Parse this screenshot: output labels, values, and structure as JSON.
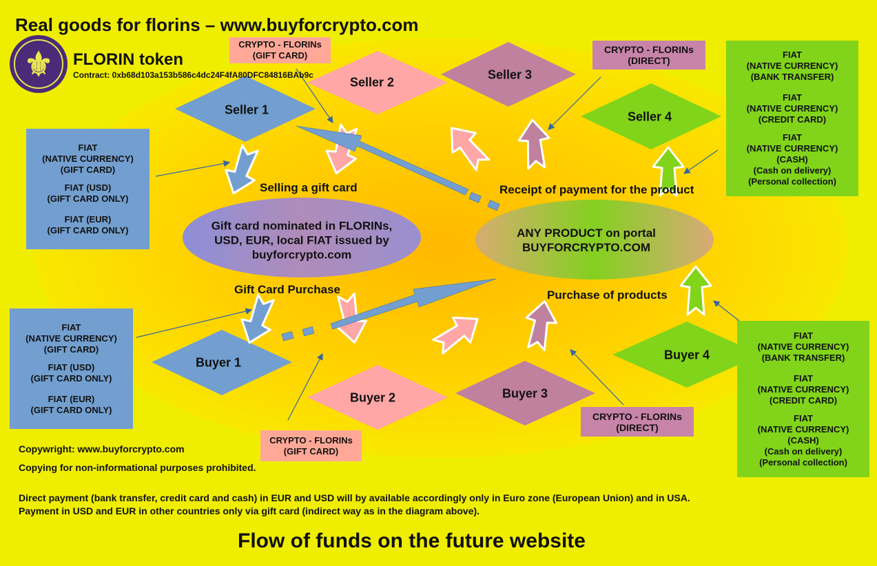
{
  "title": "Real goods for florins – www.buyforcrypto.com",
  "token": {
    "name": "FLORIN token",
    "contract": "Contract: 0xb68d103a153b586c4dc24F4fA80DFC84816BAb9c"
  },
  "sellers": [
    "Seller 1",
    "Seller 2",
    "Seller 3",
    "Seller 4"
  ],
  "buyers": [
    "Buyer 1",
    "Buyer 2",
    "Buyer 3",
    "Buyer 4"
  ],
  "crypto_gift": [
    "CRYPTO - FLORINs",
    "(GIFT CARD)"
  ],
  "crypto_direct": [
    "CRYPTO - FLORINs",
    "(DIRECT)"
  ],
  "fiat_green": [
    "FIAT",
    "(NATIVE CURRENCY)",
    "(BANK TRANSFER)",
    "FIAT",
    "(NATIVE CURRENCY)",
    "(CREDIT CARD)",
    "FIAT",
    "(NATIVE CURRENCY)",
    "(CASH)",
    "(Cash on delivery)",
    "(Personal collection)"
  ],
  "fiat_blue": [
    "FIAT",
    "(NATIVE CURRENCY)",
    "(GIFT CARD)",
    "FIAT (USD)",
    "(GIFT CARD ONLY)",
    "FIAT  (EUR)",
    "(GIFT CARD ONLY)"
  ],
  "labels": {
    "selling": "Selling a gift card",
    "gift_purchase": "Gift Card Purchase",
    "receipt": "Receipt of payment for the product",
    "purchase": "Purchase of products"
  },
  "gift_ellipse": [
    "Gift card nominated in FLORINs,",
    "USD, EUR, local FIAT issued by",
    "buyforcrypto.com"
  ],
  "product_ellipse": [
    "ANY PRODUCT on portal",
    "BUYFORCRYPTO.COM"
  ],
  "footer": {
    "copyright": "Copywright: www.buyforcrypto.com",
    "copying": "Copying for non-informational purposes prohibited.",
    "note1": "Direct payment (bank transfer, credit card and cash) in EUR and USD will by available accordingly only in Euro zone (European Union) and in USA.",
    "note2": "Payment in USD and EUR in other countries only via gift card (indirect way as in the diagram above).",
    "main": "Flow of funds on the future website"
  },
  "colors": {
    "blue": "#729fcf",
    "pink": "#ffa6a6",
    "mauve": "#bf819e",
    "green": "#81d41a",
    "yellow": "#efee00",
    "orange": "#ffbf00"
  }
}
